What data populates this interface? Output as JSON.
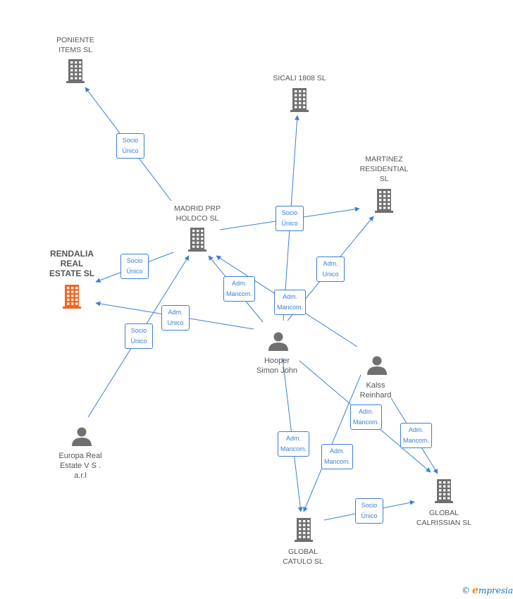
{
  "colors": {
    "edge": "#3a7fd5",
    "company_icon": "#707070",
    "highlight_icon": "#f26522",
    "person_icon": "#707070"
  },
  "nodes": [
    {
      "id": "poniente",
      "kind": "company",
      "label": "PONIENTE\nITEMS  SL",
      "icon": "building-icon"
    },
    {
      "id": "sicali",
      "kind": "company",
      "label": "SICALI 1808 SL",
      "icon": "building-icon"
    },
    {
      "id": "martinez",
      "kind": "company",
      "label": "MARTINEZ\nRESIDENTIAL\nSL",
      "icon": "building-icon"
    },
    {
      "id": "madrid",
      "kind": "company",
      "label": "MADRID PRP\nHOLDCO  SL",
      "icon": "building-icon"
    },
    {
      "id": "rendalia",
      "kind": "highlight",
      "label": "RENDALIA\nREAL\nESTATE  SL",
      "icon": "building-icon"
    },
    {
      "id": "hooper",
      "kind": "person",
      "label": "Hooper\nSimon John",
      "icon": "person-icon"
    },
    {
      "id": "kalss",
      "kind": "person",
      "label": "Kalss\nReinhard",
      "icon": "person-icon"
    },
    {
      "id": "europa",
      "kind": "person",
      "label": "Europa Real\nEstate V S .\na.r.l",
      "icon": "person-icon"
    },
    {
      "id": "calrissian",
      "kind": "company",
      "label": "GLOBAL\nCALRISSIAN  SL",
      "icon": "building-icon"
    },
    {
      "id": "catulo",
      "kind": "company",
      "label": "GLOBAL\nCATULO  SL",
      "icon": "building-icon"
    }
  ],
  "edges": [
    {
      "from": "madrid",
      "to": "poniente",
      "label": "Socio\nÚnico"
    },
    {
      "from": "madrid",
      "to": "martinez",
      "label": "Socio\nÚnico"
    },
    {
      "from": "hooper",
      "to": "sicali",
      "label": "Socio\nÚnico"
    },
    {
      "from": "madrid",
      "to": "rendalia",
      "label": "Socio\nÚnico"
    },
    {
      "from": "hooper",
      "to": "martinez",
      "label": "Adm.\nUnico"
    },
    {
      "from": "hooper",
      "to": "madrid",
      "label": "Adm.\nMancom."
    },
    {
      "from": "kalss",
      "to": "madrid",
      "label": "Adm.\nMancom."
    },
    {
      "from": "hooper",
      "to": "rendalia",
      "label": "Adm.\nUnico"
    },
    {
      "from": "europa",
      "to": "madrid",
      "label": "Socio\nÚnico"
    },
    {
      "from": "hooper",
      "to": "catulo",
      "label": "Adm.\nMancom."
    },
    {
      "from": "hooper",
      "to": "calrissian",
      "label": "Adm.\nMancom."
    },
    {
      "from": "kalss",
      "to": "catulo",
      "label": "Adm.\nMancom."
    },
    {
      "from": "kalss",
      "to": "calrissian",
      "label": "Adm.\nMancom."
    },
    {
      "from": "catulo",
      "to": "calrissian",
      "label": "Socio\nÚnico"
    }
  ],
  "footer": {
    "copyright": "©",
    "brand_initial": "e",
    "brand_rest": "mpresia"
  }
}
